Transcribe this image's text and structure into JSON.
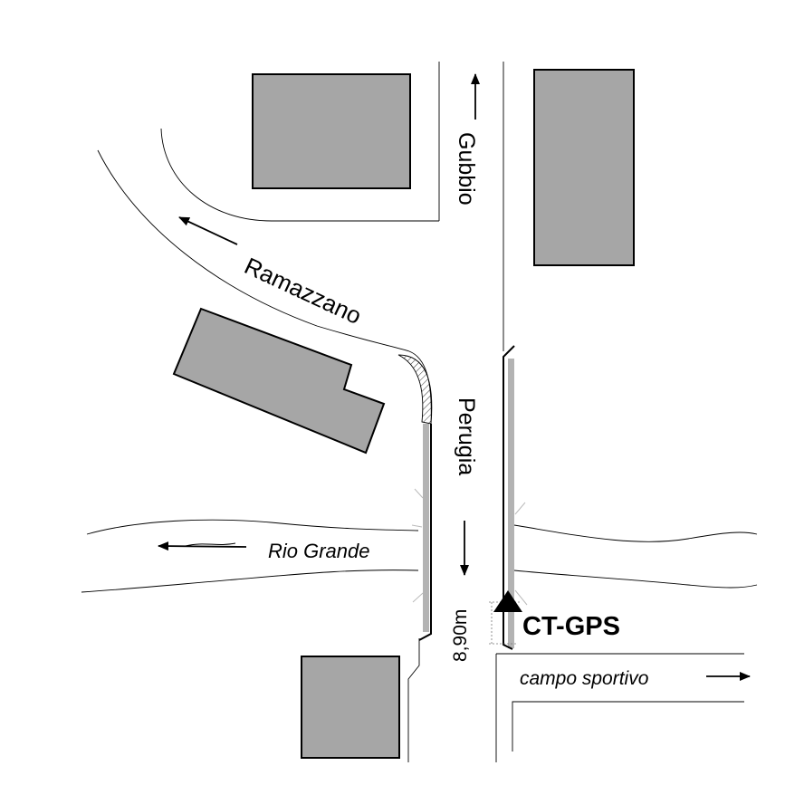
{
  "map": {
    "labels": {
      "gubbio": "Gubbio",
      "ramazzano": "Ramazzano",
      "perugia": "Perugia",
      "rio_grande": "Rio Grande",
      "measurement": "8,90m",
      "station": "CT-GPS",
      "campo_sportivo": "campo sportivo"
    },
    "colors": {
      "building_fill": "#a6a6a6",
      "stroke": "#000000",
      "railing": "#b3b3b3"
    },
    "icons": {
      "station": "triangle-marker-icon",
      "directions": "arrow-icon"
    }
  }
}
